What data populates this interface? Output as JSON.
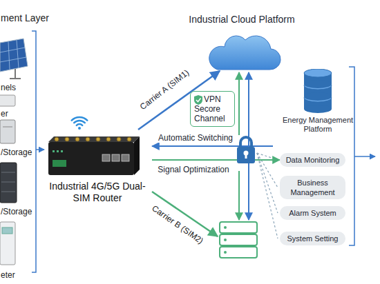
{
  "diagram": {
    "nodes": [
      {
        "text": [
          "Industrial Cloud Platform"
        ]
      },
      {
        "text": [
          "Industrial 4G/5G Dual-SIM Router"
        ]
      },
      {
        "text": [
          "VPN Secore Channel"
        ]
      },
      {
        "text": [
          "Energy Management Platform"
        ]
      },
      {
        "text": [
          "Data Monitoring"
        ]
      },
      {
        "text": [
          "Business Management"
        ]
      },
      {
        "text": [
          "Alarm System"
        ]
      },
      {
        "text": [
          "System Setting"
        ]
      }
    ],
    "edges": [
      {
        "from": 1,
        "to": 0,
        "arrow": "to",
        "label": "Carrier A (SIM1)"
      },
      {
        "from": 3,
        "to": 1,
        "arrow": "to",
        "label": "Automatic Switching"
      },
      {
        "from": 1,
        "to": 4,
        "arrow": "to",
        "label": "Signal Optimization"
      }
    ],
    "labels": [
      "ment Layer",
      "nels",
      "er",
      "/Storage",
      "/Storage",
      "eter",
      "Carrier B (SIM2)"
    ]
  }
}
